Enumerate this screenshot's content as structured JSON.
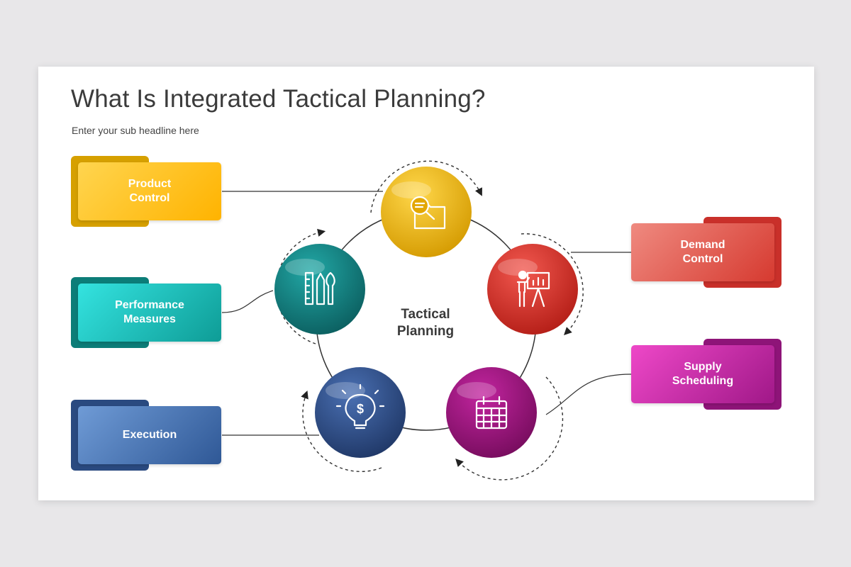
{
  "header": {
    "title": "What Is Integrated Tactical Planning?",
    "subtitle": "Enter your sub headline here"
  },
  "center": {
    "line1": "Tactical",
    "line2": "Planning"
  },
  "boxes": [
    {
      "id": "product-control",
      "line1": "Product",
      "line2": "Control",
      "colors": [
        "#ffd54f",
        "#ffb300"
      ],
      "back": "#d6a000"
    },
    {
      "id": "performance-measures",
      "line1": "Performance",
      "line2": "Measures",
      "colors": [
        "#34e3e0",
        "#0e9c96"
      ],
      "back": "#0c7d78"
    },
    {
      "id": "execution",
      "line1": "Execution",
      "line2": "",
      "colors": [
        "#6f9bd6",
        "#2f5896"
      ],
      "back": "#2a4a80"
    },
    {
      "id": "demand-control",
      "line1": "Demand",
      "line2": "Control",
      "colors": [
        "#ef8a80",
        "#d63a30"
      ],
      "back": "#c9302a"
    },
    {
      "id": "supply-scheduling",
      "line1": "Supply",
      "line2": "Scheduling",
      "colors": [
        "#ee48c8",
        "#a01888"
      ],
      "back": "#8e1478"
    }
  ],
  "circles": [
    {
      "id": "product",
      "icon": "search-folder-icon",
      "color": "#f0b400",
      "dark": "#c98d00"
    },
    {
      "id": "demand",
      "icon": "presentation-icon",
      "color": "#e02c24",
      "dark": "#b0201a"
    },
    {
      "id": "supply",
      "icon": "calendar-icon",
      "color": "#a0137f",
      "dark": "#760c5d"
    },
    {
      "id": "execution",
      "icon": "dollar-bulb-icon",
      "color": "#2f5191",
      "dark": "#223b6c"
    },
    {
      "id": "performance",
      "icon": "tools-icon",
      "color": "#13888a",
      "dark": "#0c6466"
    }
  ]
}
